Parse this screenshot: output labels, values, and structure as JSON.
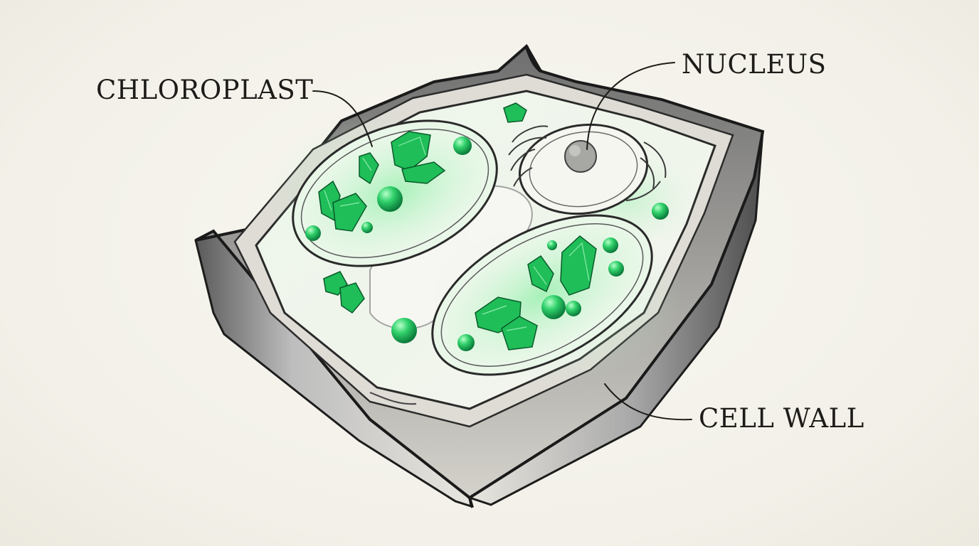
{
  "labels": {
    "chloroplast": "CHLOROPLAST",
    "nucleus": "NUCLEUS",
    "cell_wall": "CELL WALL"
  },
  "colors": {
    "background": "#f3f1ea",
    "ink": "#1e1c19",
    "chloroplast_green": "#1fbe58",
    "glow_green": "#7fe79a",
    "wall_gray": "#8c8c8c"
  }
}
